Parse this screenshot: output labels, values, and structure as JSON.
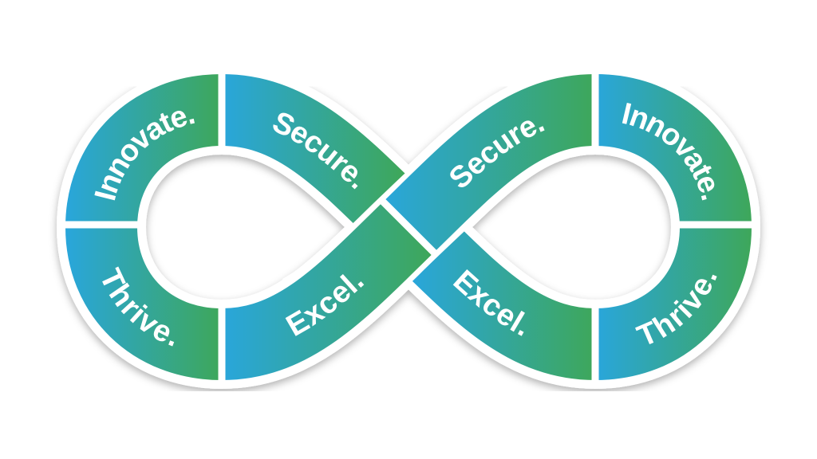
{
  "diagram": {
    "type": "infinity-loop",
    "colors": {
      "start": "#29a6dc",
      "end": "#3ea75a",
      "border": "#ffffff"
    },
    "segments": [
      {
        "id": "left-innovate",
        "label": "Innovate."
      },
      {
        "id": "left-secure",
        "label": "Secure."
      },
      {
        "id": "right-secure",
        "label": "Secure."
      },
      {
        "id": "right-innovate",
        "label": "Innovate."
      },
      {
        "id": "left-thrive",
        "label": "Thrive."
      },
      {
        "id": "left-excel",
        "label": "Excel."
      },
      {
        "id": "right-excel",
        "label": "Excel."
      },
      {
        "id": "right-thrive",
        "label": "Thrive."
      }
    ]
  }
}
